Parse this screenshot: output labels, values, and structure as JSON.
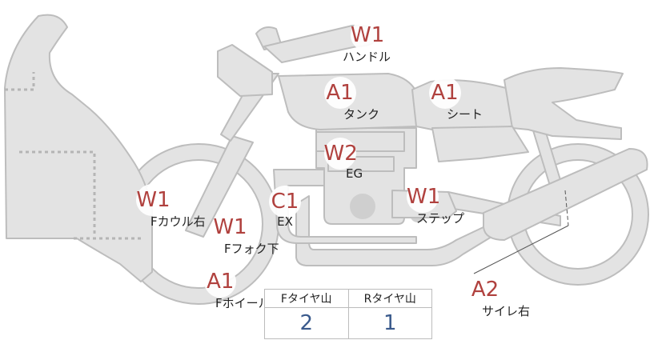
{
  "colors": {
    "part_fill": "#e3e3e3",
    "part_stroke": "#bdbdbd",
    "code_text": "#b0413e",
    "table_value": "#3a5a8c"
  },
  "damage_markers": [
    {
      "id": "handle",
      "code": "W1",
      "label": "ハンドル"
    },
    {
      "id": "tank",
      "code": "A1",
      "label": "タンク"
    },
    {
      "id": "seat",
      "code": "A1",
      "label": "シート"
    },
    {
      "id": "engine",
      "code": "W2",
      "label": "EG"
    },
    {
      "id": "exhaust",
      "code": "C1",
      "label": "EX"
    },
    {
      "id": "step",
      "code": "W1",
      "label": "ステップ"
    },
    {
      "id": "front-cowl-right",
      "code": "W1",
      "label": "Fカウル右"
    },
    {
      "id": "front-fork-lower",
      "code": "W1",
      "label": "Fフォク下"
    },
    {
      "id": "front-wheel",
      "code": "A1",
      "label": "Fホイール"
    },
    {
      "id": "muffler-right",
      "code": "A2",
      "label": "サイレ右"
    }
  ],
  "tread_table": {
    "headers": [
      "Fタイヤ山",
      "Rタイヤ山"
    ],
    "values": [
      "2",
      "1"
    ]
  }
}
